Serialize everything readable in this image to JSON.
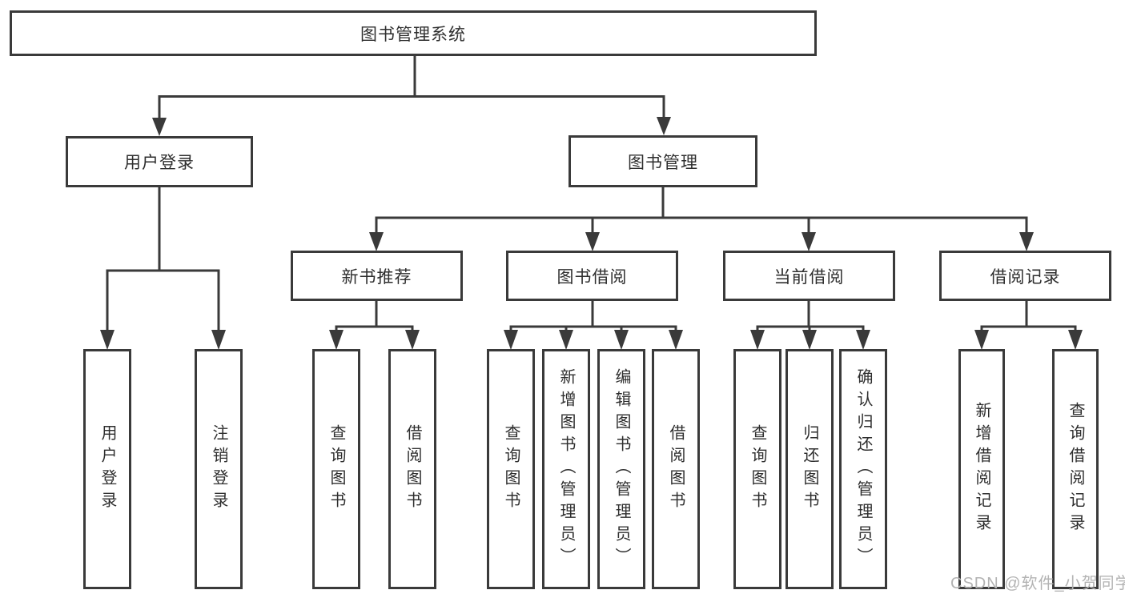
{
  "diagram": {
    "type": "hierarchy-tree",
    "title": "图书管理系统"
  },
  "nodes": {
    "root": {
      "label": "图书管理系统"
    },
    "user_login": {
      "label": "用户登录"
    },
    "book_mgmt": {
      "label": "图书管理"
    },
    "new_book_rec": {
      "label": "新书推荐"
    },
    "book_borrow": {
      "label": "图书借阅"
    },
    "current_borrow": {
      "label": "当前借阅"
    },
    "borrow_record": {
      "label": "借阅记录"
    },
    "ul_user_login": {
      "label": "用户登录"
    },
    "ul_logout": {
      "label": "注销登录"
    },
    "nb_query_book": {
      "label": "查询图书"
    },
    "nb_borrow_book": {
      "label": "借阅图书"
    },
    "bb_query_book": {
      "label": "查询图书"
    },
    "bb_add_book": {
      "label": "新增图书（管理员）"
    },
    "bb_edit_book": {
      "label": "编辑图书（管理员）"
    },
    "bb_borrow_book": {
      "label": "借阅图书"
    },
    "cb_query_book": {
      "label": "查询图书"
    },
    "cb_return_book": {
      "label": "归还图书"
    },
    "cb_confirm_return": {
      "label": "确认归还（管理员）"
    },
    "br_add_record": {
      "label": "新增借阅记录"
    },
    "br_query_record": {
      "label": "查询借阅记录"
    }
  },
  "hierarchy": {
    "label": "图书管理系统",
    "children": [
      {
        "label": "用户登录",
        "children": [
          {
            "label": "用户登录"
          },
          {
            "label": "注销登录"
          }
        ]
      },
      {
        "label": "图书管理",
        "children": [
          {
            "label": "新书推荐",
            "children": [
              {
                "label": "查询图书"
              },
              {
                "label": "借阅图书"
              }
            ]
          },
          {
            "label": "图书借阅",
            "children": [
              {
                "label": "查询图书"
              },
              {
                "label": "新增图书（管理员）"
              },
              {
                "label": "编辑图书（管理员）"
              },
              {
                "label": "借阅图书"
              }
            ]
          },
          {
            "label": "当前借阅",
            "children": [
              {
                "label": "查询图书"
              },
              {
                "label": "归还图书"
              },
              {
                "label": "确认归还（管理员）"
              }
            ]
          },
          {
            "label": "借阅记录",
            "children": [
              {
                "label": "新增借阅记录"
              },
              {
                "label": "查询借阅记录"
              }
            ]
          }
        ]
      }
    ]
  },
  "watermark": {
    "text": "CSDN @软件_小贺同学"
  },
  "colors": {
    "line": "#3a3a3a",
    "text": "#2e2e2e",
    "box_background": "#ffffff",
    "page_background": "#ffffff",
    "watermark_color": "#b3b3b3"
  }
}
